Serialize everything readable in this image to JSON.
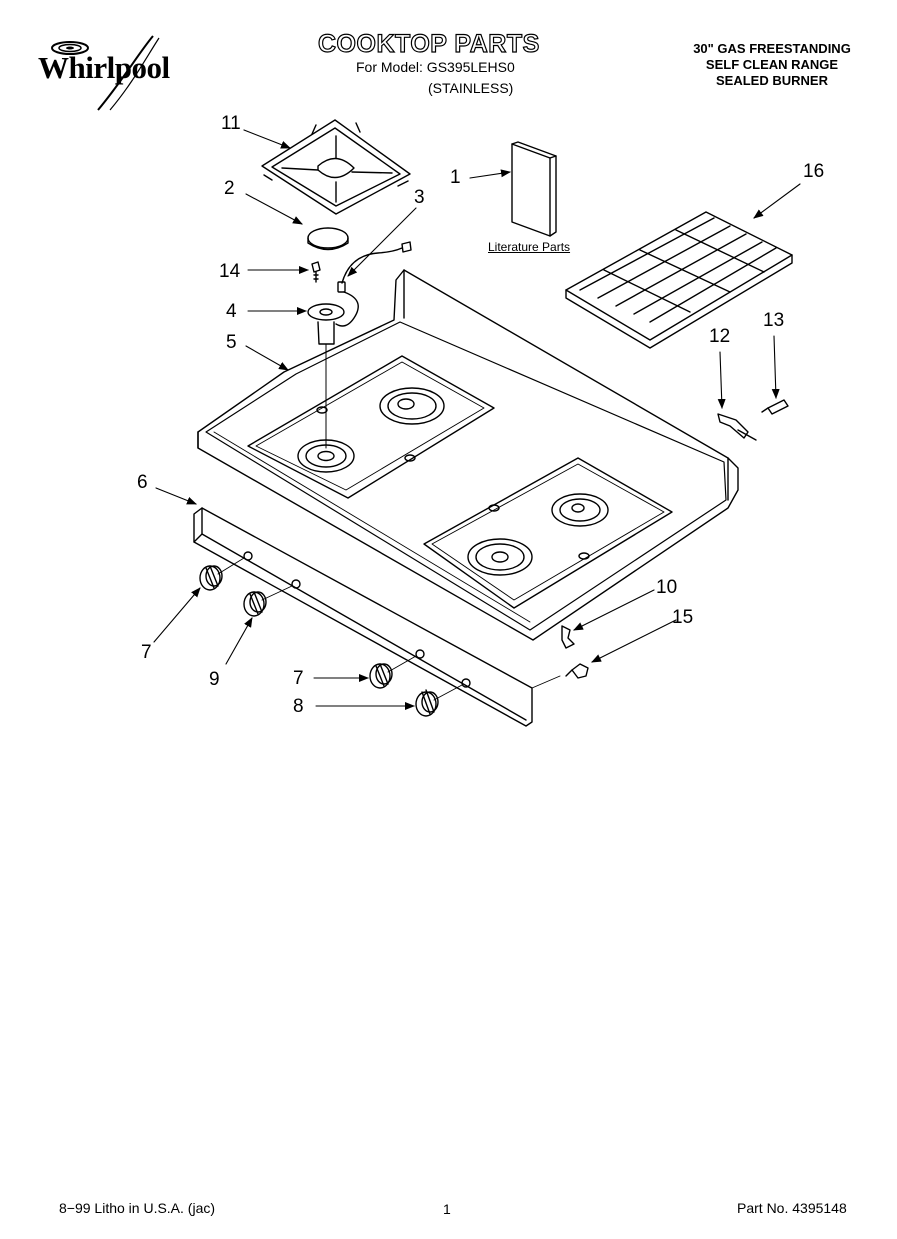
{
  "header": {
    "brand": "Whirlpool",
    "title": "COOKTOP PARTS",
    "model_line": "For Model: GS395LEHS0",
    "model_variant": "(STAINLESS)",
    "spec_lines": [
      "30\" GAS FREESTANDING",
      "SELF CLEAN RANGE",
      "SEALED BURNER"
    ]
  },
  "diagram": {
    "literature_label": "Literature Parts",
    "callouts": [
      {
        "id": "c11",
        "label": "11"
      },
      {
        "id": "c2",
        "label": "2"
      },
      {
        "id": "c3",
        "label": "3"
      },
      {
        "id": "c1",
        "label": "1"
      },
      {
        "id": "c16",
        "label": "16"
      },
      {
        "id": "c14",
        "label": "14"
      },
      {
        "id": "c4",
        "label": "4"
      },
      {
        "id": "c5",
        "label": "5"
      },
      {
        "id": "c12",
        "label": "12"
      },
      {
        "id": "c13",
        "label": "13"
      },
      {
        "id": "c6",
        "label": "6"
      },
      {
        "id": "c10",
        "label": "10"
      },
      {
        "id": "c15",
        "label": "15"
      },
      {
        "id": "c7a",
        "label": "7"
      },
      {
        "id": "c9",
        "label": "9"
      },
      {
        "id": "c7b",
        "label": "7"
      },
      {
        "id": "c8",
        "label": "8"
      }
    ]
  },
  "footer": {
    "left": "8−99 Litho in U.S.A. (jac)",
    "page": "1",
    "right": "Part No. 4395148"
  }
}
